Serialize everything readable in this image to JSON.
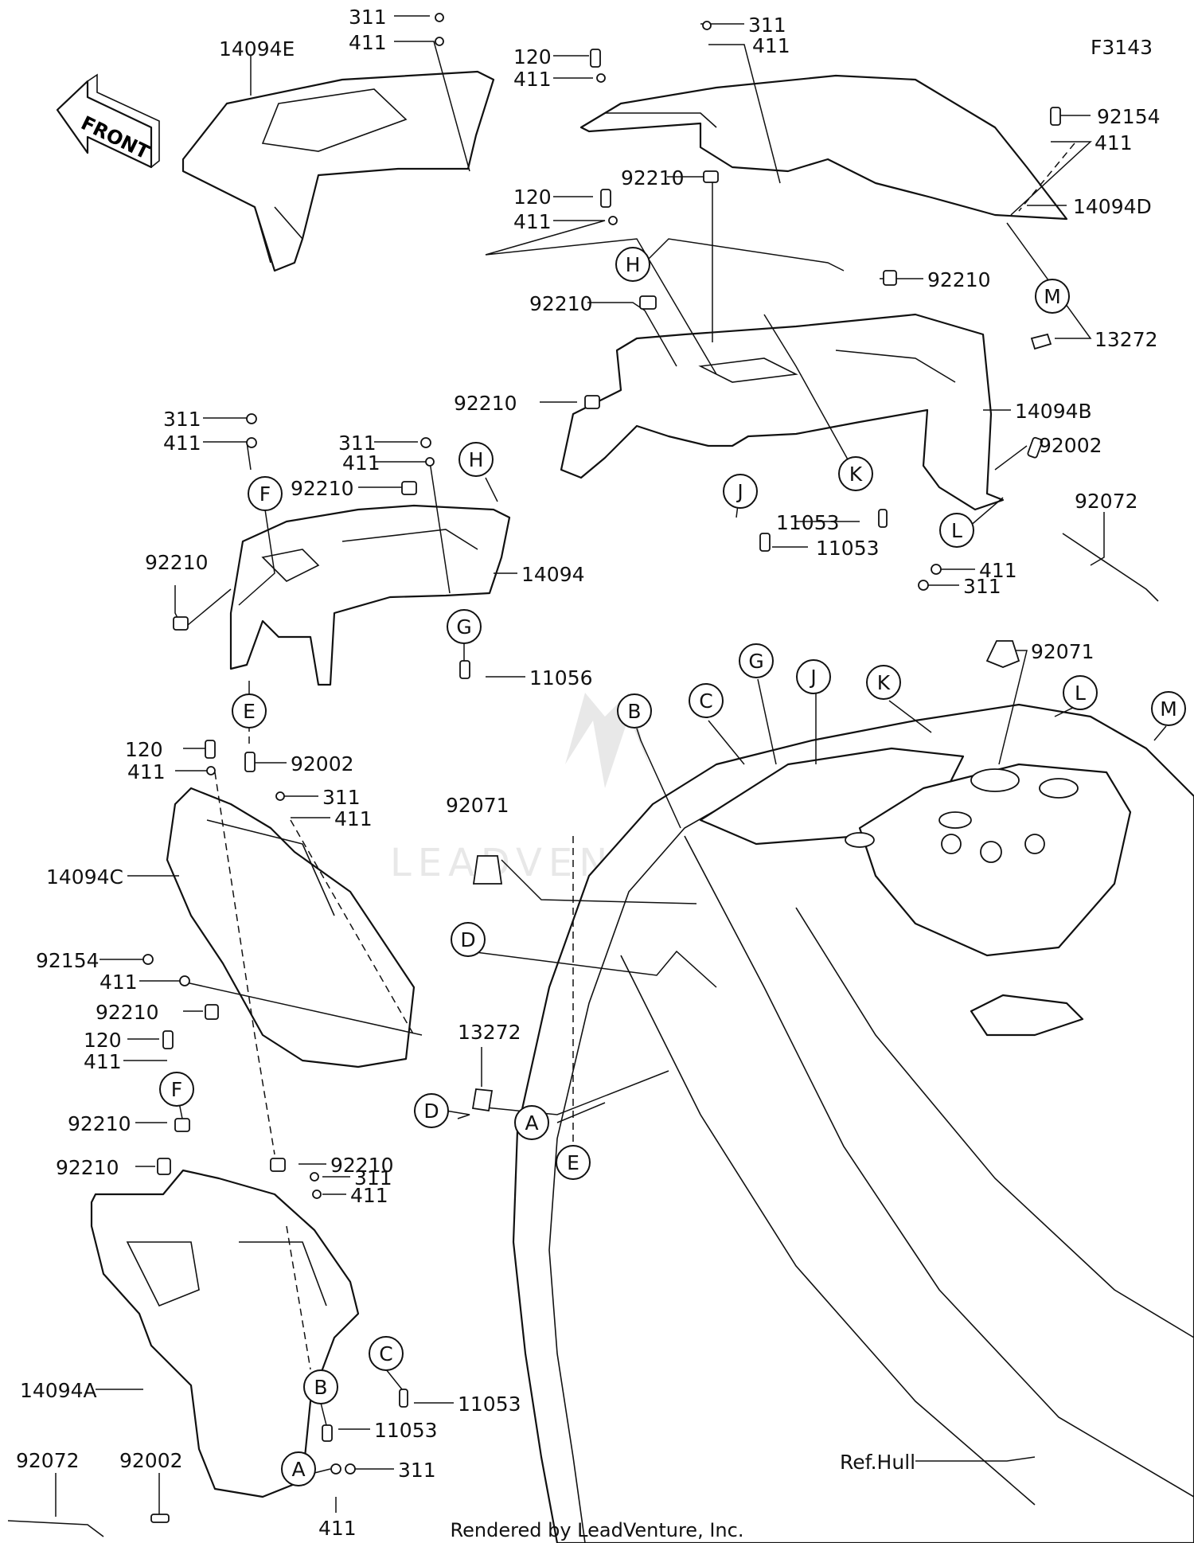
{
  "figure_code": "F3143",
  "front_label": "FRONT",
  "watermark": "LEADVENTURE",
  "footer": "Rendered by LeadVenture, Inc.",
  "ref_label": "Ref.Hull",
  "part_labels": [
    "14094E",
    "311",
    "411",
    "120",
    "411",
    "311",
    "411",
    "F3143",
    "92154",
    "411",
    "14094D",
    "92210",
    "120",
    "411",
    "92210",
    "92210",
    "13272",
    "92210",
    "14094B",
    "92002",
    "311",
    "411",
    "311",
    "411",
    "92210",
    "92210",
    "14094",
    "11053",
    "11053",
    "411",
    "311",
    "92072",
    "11056",
    "92071",
    "120",
    "411",
    "92002",
    "311",
    "411",
    "14094C",
    "92071",
    "92154",
    "411",
    "92210",
    "120",
    "411",
    "13272",
    "92210",
    "92210",
    "92210",
    "311",
    "411",
    "14094A",
    "11053",
    "11053",
    "92072",
    "92002",
    "311",
    "411"
  ],
  "callouts": [
    "A",
    "B",
    "C",
    "D",
    "E",
    "F",
    "G",
    "H",
    "J",
    "K",
    "L",
    "M"
  ],
  "colors": {
    "line": "#111111",
    "background": "#ffffff",
    "watermark": "#e8e8e8"
  }
}
